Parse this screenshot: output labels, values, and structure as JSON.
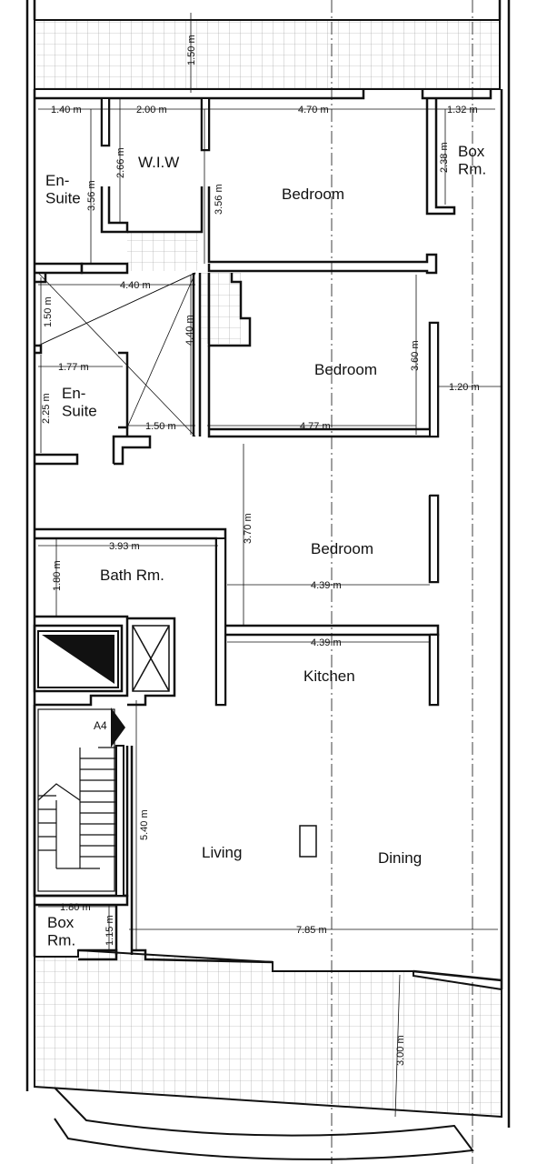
{
  "rooms": [
    {
      "id": "ensuite-1",
      "lines": [
        "En-",
        "Suite"
      ]
    },
    {
      "id": "wiw",
      "lines": [
        "W.I.W"
      ]
    },
    {
      "id": "bedroom-1",
      "lines": [
        "Bedroom"
      ]
    },
    {
      "id": "boxrm-1",
      "lines": [
        "Box",
        "Rm."
      ]
    },
    {
      "id": "bedroom-2",
      "lines": [
        "Bedroom"
      ]
    },
    {
      "id": "ensuite-2",
      "lines": [
        "En-",
        "Suite"
      ]
    },
    {
      "id": "bedroom-3",
      "lines": [
        "Bedroom"
      ]
    },
    {
      "id": "bathrm",
      "lines": [
        "Bath Rm."
      ]
    },
    {
      "id": "kitchen",
      "lines": [
        "Kitchen"
      ]
    },
    {
      "id": "living",
      "lines": [
        "Living"
      ]
    },
    {
      "id": "dining",
      "lines": [
        "Dining"
      ]
    },
    {
      "id": "boxrm-2",
      "lines": [
        "Box",
        "Rm."
      ]
    }
  ],
  "dimensions": [
    {
      "id": "d-terrace-top",
      "label": "1.50 m"
    },
    {
      "id": "d-140",
      "label": "1.40 m"
    },
    {
      "id": "d-200",
      "label": "2.00 m"
    },
    {
      "id": "d-470",
      "label": "4.70 m"
    },
    {
      "id": "d-132",
      "label": "1.32 m"
    },
    {
      "id": "d-356a",
      "label": "3.56 m"
    },
    {
      "id": "d-266",
      "label": "2.66 m"
    },
    {
      "id": "d-356b",
      "label": "3.56 m"
    },
    {
      "id": "d-238",
      "label": "2.38 m"
    },
    {
      "id": "d-440h",
      "label": "4.40 m"
    },
    {
      "id": "d-150v",
      "label": "1.50 m"
    },
    {
      "id": "d-440v",
      "label": "4.40 m"
    },
    {
      "id": "d-360",
      "label": "3.60 m"
    },
    {
      "id": "d-120",
      "label": "1.20 m"
    },
    {
      "id": "d-177",
      "label": "1.77 m"
    },
    {
      "id": "d-225",
      "label": "2.25 m"
    },
    {
      "id": "d-150h",
      "label": "1.50 m"
    },
    {
      "id": "d-477",
      "label": "4.77 m"
    },
    {
      "id": "d-393",
      "label": "3.93 m"
    },
    {
      "id": "d-370",
      "label": "3.70 m"
    },
    {
      "id": "d-180v",
      "label": "1.80 m"
    },
    {
      "id": "d-439a",
      "label": "4.39 m"
    },
    {
      "id": "d-439b",
      "label": "4.39 m"
    },
    {
      "id": "d-540",
      "label": "5.40 m"
    },
    {
      "id": "d-180h",
      "label": "1.80 m"
    },
    {
      "id": "d-115",
      "label": "1.15 m"
    },
    {
      "id": "d-785",
      "label": "7.85 m"
    },
    {
      "id": "d-300",
      "label": "3.00 m"
    }
  ],
  "section_marker": {
    "label": "A4"
  }
}
